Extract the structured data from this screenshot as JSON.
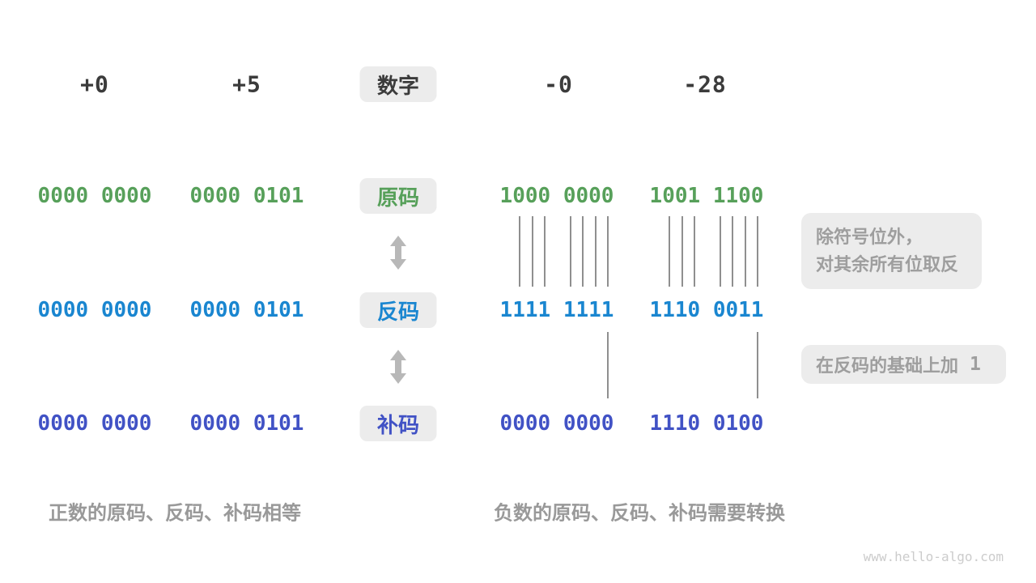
{
  "watermark": "www.hello-algo.com",
  "colors": {
    "sign_magnitude": "#57a05a",
    "ones_complement": "#1a86d0",
    "twos_complement": "#4152c5",
    "heading": "#3b3b3b",
    "annotation": "#9e9e9e",
    "box_bg": "#ececec"
  },
  "header": {
    "label": "数字",
    "columns": [
      "+0",
      "+5",
      "-0",
      "-28"
    ]
  },
  "rows": [
    {
      "key": "sign_magnitude",
      "label": "原码",
      "values": [
        "0000 0000",
        "0000 0101",
        "1000 0000",
        "1001 1100"
      ]
    },
    {
      "key": "ones_complement",
      "label": "反码",
      "values": [
        "0000 0000",
        "0000 0101",
        "1111 1111",
        "1110 0011"
      ]
    },
    {
      "key": "twos_complement",
      "label": "补码",
      "values": [
        "0000 0000",
        "0000 0101",
        "0000 0000",
        "1110 0100"
      ]
    }
  ],
  "annotations": {
    "invert_line1": "除符号位外，",
    "invert_line2": "对其余所有位取反",
    "add_one_text": "在反码的基础上加",
    "add_one_value": "1"
  },
  "captions": {
    "positive": "正数的原码、反码、补码相等",
    "negative": "负数的原码、反码、补码需要转换"
  }
}
